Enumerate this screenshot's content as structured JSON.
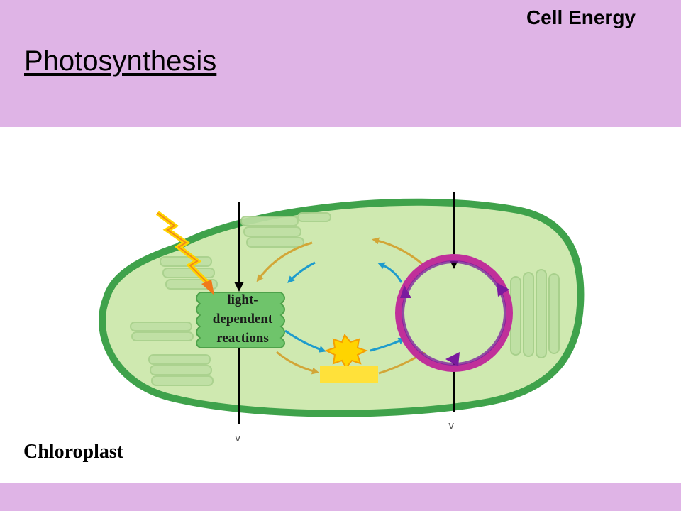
{
  "slide": {
    "header_label": "Cell Energy",
    "title": "Photosynthesis"
  },
  "diagram": {
    "light_dependent_label": "light- dependent reactions",
    "caption": "Chloroplast",
    "icons": [
      "chloroplast-outline",
      "thylakoid-stack",
      "sunlight-bolt",
      "energy-burst",
      "calvin-cycle-ring",
      "input-arrow",
      "output-arrow"
    ],
    "colors": {
      "stroma": "#cfe9b0",
      "membrane": "#3fa24b",
      "light_dependent_box": "#6fc46b",
      "cycle_ring_outer": "#c0309a",
      "cycle_ring_inner": "#7a1a9e",
      "gold_arrow": "#d2a637",
      "blue_arrow": "#1e9ccc",
      "energy_burst": "#ffd400",
      "yellow_block": "#ffe13a",
      "header_band": "#dfb4e6"
    }
  }
}
